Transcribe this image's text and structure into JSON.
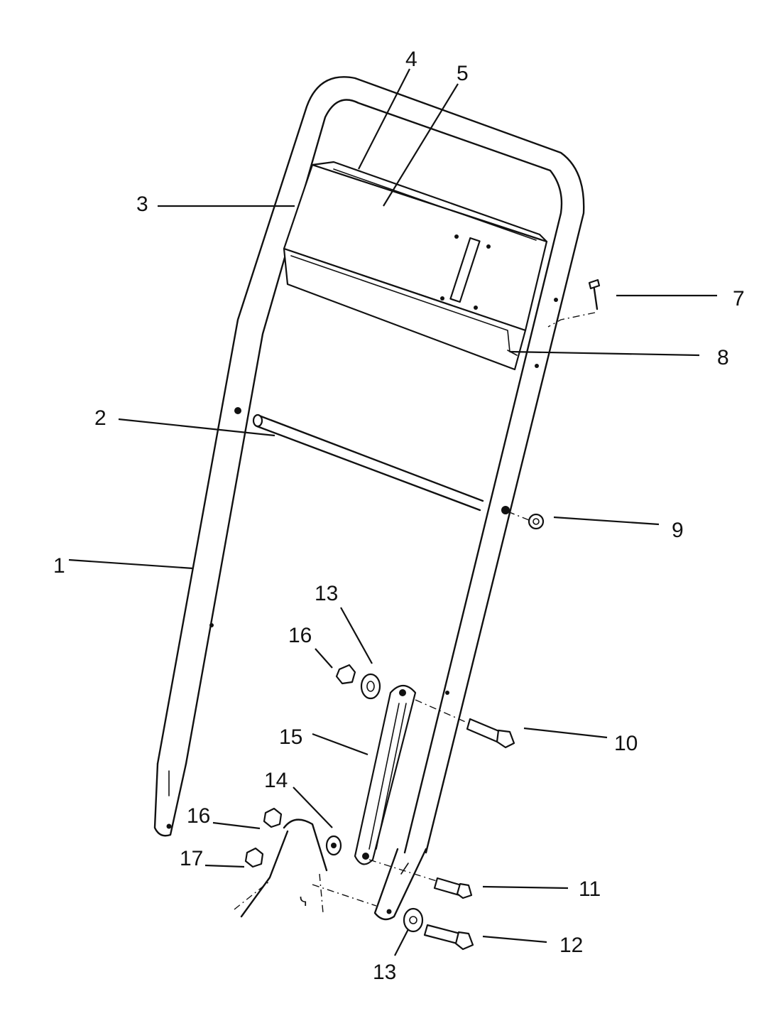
{
  "diagram": {
    "callouts": [
      {
        "id": "c1",
        "label": "1"
      },
      {
        "id": "c2",
        "label": "2"
      },
      {
        "id": "c3",
        "label": "3"
      },
      {
        "id": "c4",
        "label": "4"
      },
      {
        "id": "c5",
        "label": "5"
      },
      {
        "id": "c7",
        "label": "7"
      },
      {
        "id": "c8",
        "label": "8"
      },
      {
        "id": "c9",
        "label": "9"
      },
      {
        "id": "c10",
        "label": "10"
      },
      {
        "id": "c11",
        "label": "11"
      },
      {
        "id": "c12",
        "label": "12"
      },
      {
        "id": "c13a",
        "label": "13"
      },
      {
        "id": "c13b",
        "label": "13"
      },
      {
        "id": "c14",
        "label": "14"
      },
      {
        "id": "c15",
        "label": "15"
      },
      {
        "id": "c16a",
        "label": "16"
      },
      {
        "id": "c16b",
        "label": "16"
      },
      {
        "id": "c17",
        "label": "17"
      }
    ]
  }
}
